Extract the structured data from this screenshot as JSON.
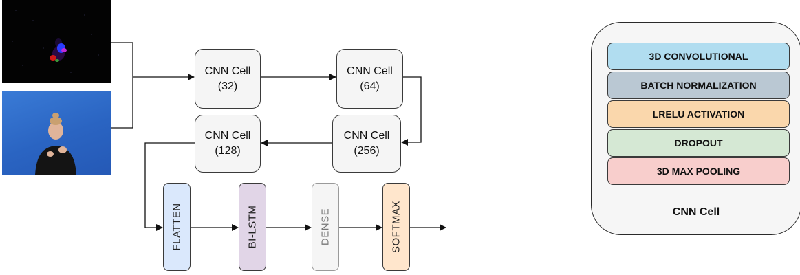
{
  "cells": {
    "c32": {
      "name": "CNN Cell",
      "size": "(32)"
    },
    "c64": {
      "name": "CNN Cell",
      "size": "(64)"
    },
    "c128": {
      "name": "CNN Cell",
      "size": "(128)"
    },
    "c256": {
      "name": "CNN Cell",
      "size": "(256)"
    }
  },
  "layers": {
    "flatten": "FLATTEN",
    "bilstm": "BI-LSTM",
    "dense": "DENSE",
    "softmax": "SOFTMAX"
  },
  "legend": {
    "title": "CNN Cell",
    "rows": [
      "3D CONVOLUTIONAL",
      "BATCH NORMALIZATION",
      "LRELU ACTIVATION",
      "DROPOUT",
      "3D MAX POOLING"
    ]
  },
  "colors": {
    "conv": "#b1ddf0",
    "batchnorm": "#bac8d3",
    "lrelu": "#fad7ac",
    "dropout": "#d5e8d4",
    "pooling": "#f8cecc",
    "flatten": "#dae8fc",
    "bilstm": "#e1d5e7",
    "dense": "#f5f5f5",
    "softmax": "#ffe6cc"
  },
  "inputs": [
    "depth-frame-image",
    "rgb-signer-image"
  ]
}
